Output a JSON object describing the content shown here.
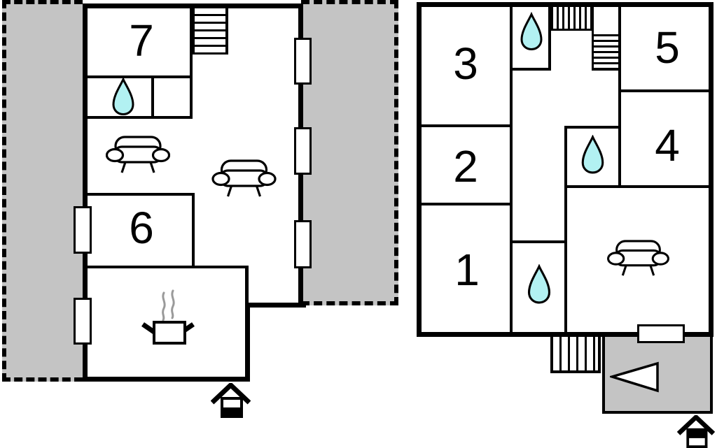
{
  "colors": {
    "wall": "#000000",
    "background": "#ffffff",
    "zone_fill": "#c4c4c4",
    "drop_fill": "#b2f1f2",
    "steam": "#9a9a9a"
  },
  "left_plan": {
    "rooms": [
      {
        "id": "room7",
        "label": "7"
      },
      {
        "id": "room6",
        "label": "6"
      }
    ],
    "icons": [
      "stairs-icon",
      "water-drop-icon",
      "sofa-icon",
      "sofa-icon",
      "stove-pot-icon",
      "entrance-house-icon"
    ]
  },
  "right_plan": {
    "rooms": [
      {
        "id": "room3",
        "label": "3"
      },
      {
        "id": "room2",
        "label": "2"
      },
      {
        "id": "room1",
        "label": "1"
      },
      {
        "id": "room5",
        "label": "5"
      },
      {
        "id": "room4",
        "label": "4"
      }
    ],
    "icons": [
      "water-drop-icon",
      "water-drop-icon",
      "water-drop-icon",
      "stairs-icon",
      "stairs-icon",
      "sofa-icon",
      "arrow-left-icon",
      "entrance-house-icon",
      "window-icon"
    ]
  }
}
